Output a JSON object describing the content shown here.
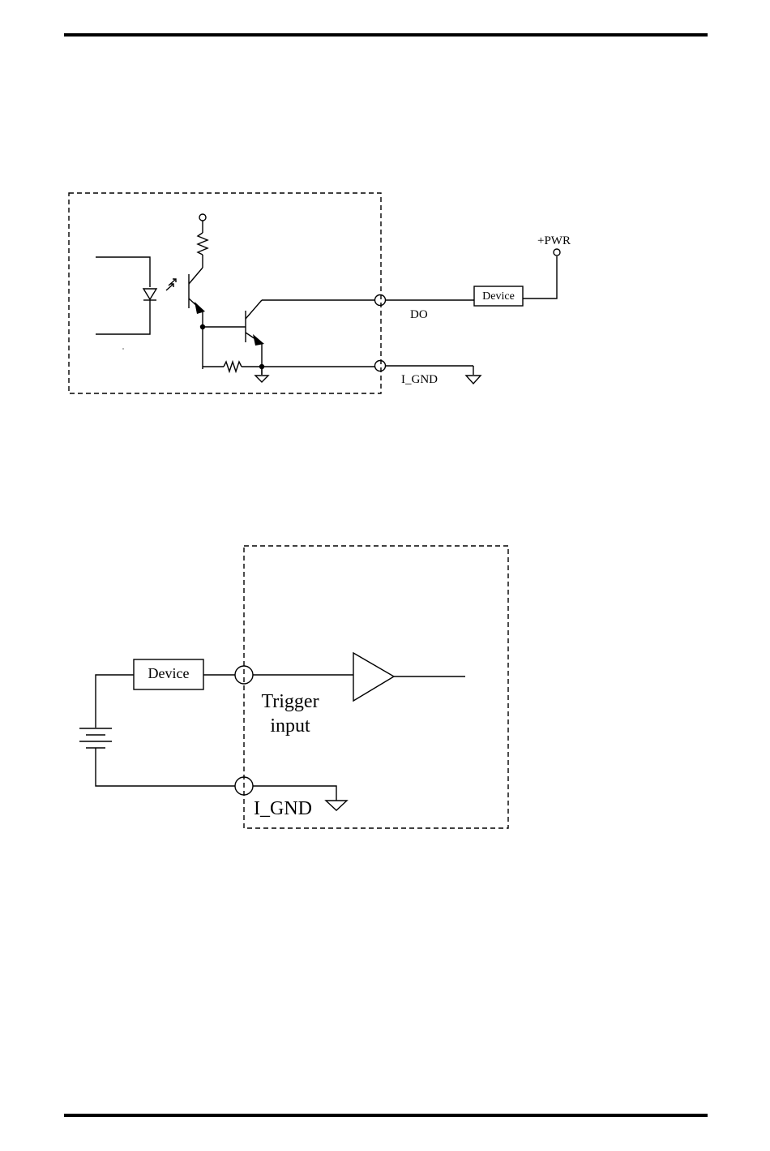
{
  "colors": {
    "line": "#000000",
    "background": "#ffffff"
  },
  "diagram_do": {
    "device_label": "Device",
    "pwr_label": "+PWR",
    "do_label": "DO",
    "gnd_label": "I_GND"
  },
  "diagram_trigger": {
    "device_label": "Device",
    "trigger_label_line1": "Trigger",
    "trigger_label_line2": "input",
    "gnd_label": "I_GND"
  }
}
